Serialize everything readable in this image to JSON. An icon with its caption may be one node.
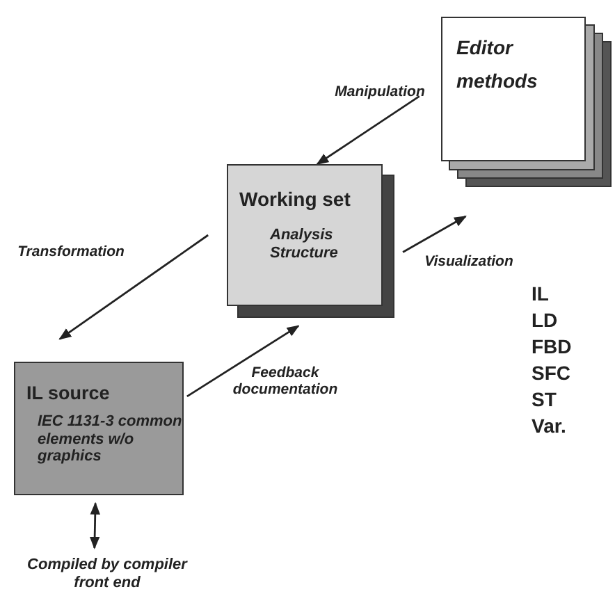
{
  "diagram": {
    "nodes": [
      {
        "text": [
          "Editor methods"
        ]
      },
      {
        "text": [
          "Working set",
          "Analysis Structure"
        ]
      },
      {
        "text": [
          "IL source",
          "IEC 1131-3 common elements w/o graphics"
        ]
      },
      {
        "text": [
          "Compiled by compiler front end"
        ]
      }
    ],
    "edges": [
      {
        "from": 0,
        "to": 1,
        "arrow": "to",
        "label": "Manipulation"
      },
      {
        "from": 1,
        "to": 2,
        "arrow": "to",
        "label": "Transformation"
      },
      {
        "from": 2,
        "to": 1,
        "arrow": "to",
        "label": "Feedback documentation"
      },
      {
        "from": 1,
        "to": 0,
        "arrow": "to",
        "label": "Visualization"
      },
      {
        "from": 2,
        "to": 3,
        "arrow": "both"
      }
    ],
    "labels": [
      "IL",
      "LD",
      "FBD",
      "SFC",
      "ST",
      "Var."
    ]
  }
}
